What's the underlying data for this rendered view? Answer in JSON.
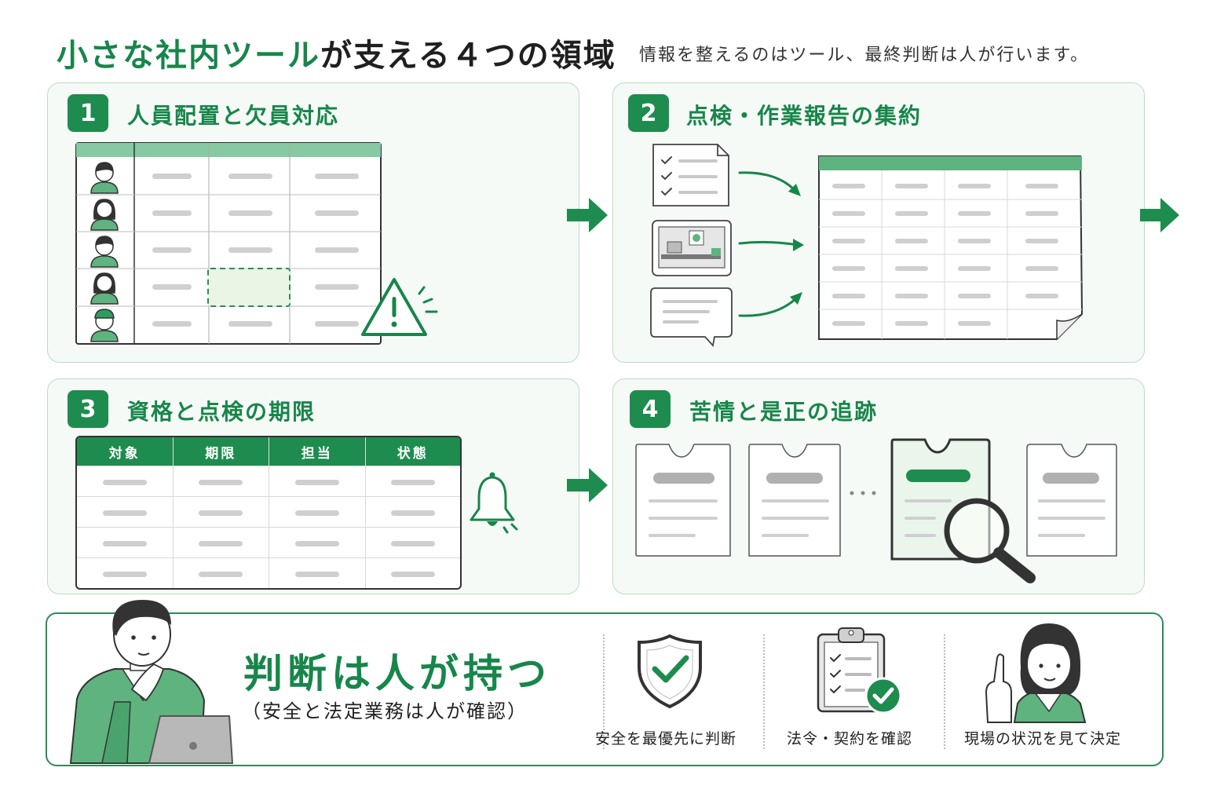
{
  "header": {
    "title_green": "小さな社内ツール",
    "title_dark": "が支える４つの領域",
    "subtitle": "情報を整えるのはツール、最終判断は人が行います。"
  },
  "panels": [
    {
      "number": "1",
      "title": "人員配置と欠員対応"
    },
    {
      "number": "2",
      "title": "点検・作業報告の集約"
    },
    {
      "number": "3",
      "title": "資格と点検の期限"
    },
    {
      "number": "4",
      "title": "苦情と是正の追跡"
    }
  ],
  "deadline_table": {
    "headers": [
      "対象",
      "期限",
      "担当",
      "状態"
    ]
  },
  "bottom": {
    "title": "判断は人が持つ",
    "subtitle": "（安全と法定業務は人が確認）",
    "items": [
      {
        "label": "安全を最優先に判断",
        "icon": "shield-check-icon"
      },
      {
        "label": "法令・契約を確認",
        "icon": "clipboard-check-icon"
      },
      {
        "label": "現場の状況を見て決定",
        "icon": "person-pointing-icon"
      }
    ]
  },
  "colors": {
    "accent": "#1e8c4e",
    "panel_bg": "#f6faf7",
    "panel_border": "#b9dcc6"
  }
}
